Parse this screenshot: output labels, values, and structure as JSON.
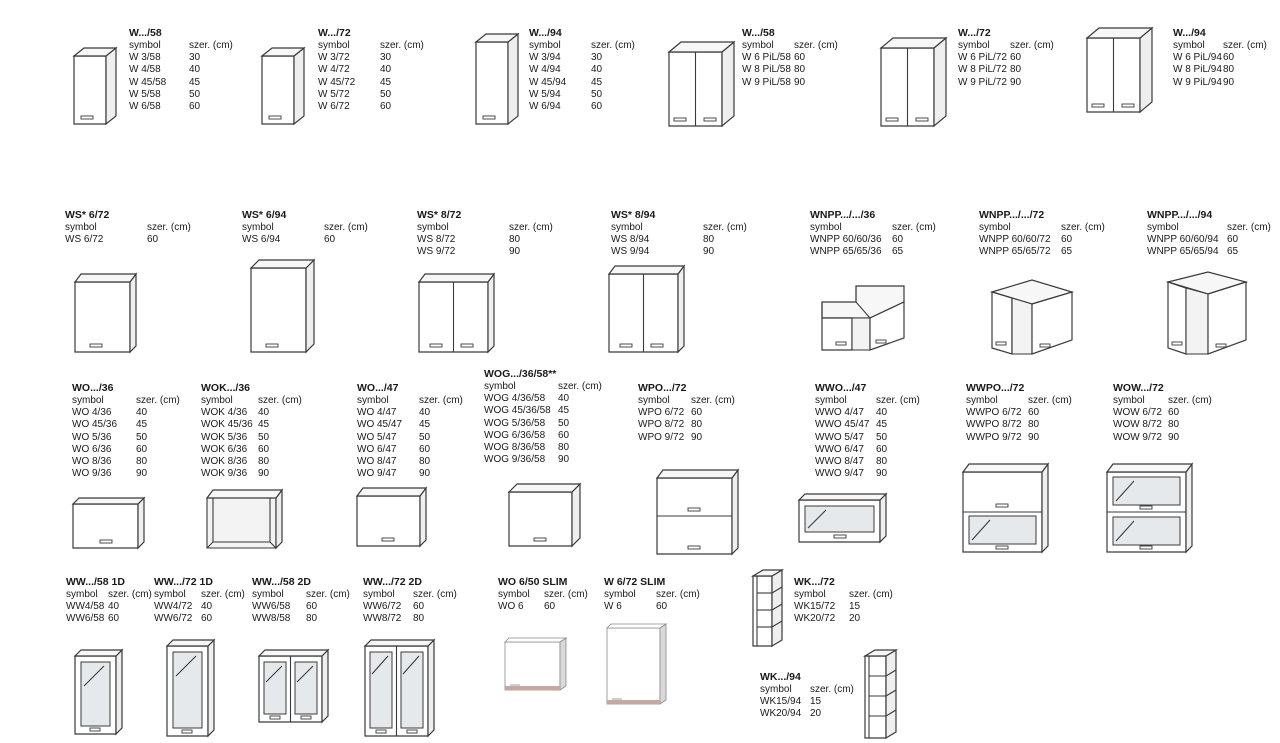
{
  "blocks": [
    {
      "title": "W.../58",
      "h1": "symbol",
      "h2": "szer. (cm)",
      "rows": [
        [
          "W 3/58",
          "30"
        ],
        [
          "W 4/58",
          "40"
        ],
        [
          "W 45/58",
          "45"
        ],
        [
          "W 5/58",
          "50"
        ],
        [
          "W 6/58",
          "60"
        ]
      ]
    },
    {
      "title": "W.../72",
      "h1": "symbol",
      "h2": "szer. (cm)",
      "rows": [
        [
          "W 3/72",
          "30"
        ],
        [
          "W 4/72",
          "40"
        ],
        [
          "W 45/72",
          "45"
        ],
        [
          "W 5/72",
          "50"
        ],
        [
          "W 6/72",
          "60"
        ]
      ]
    },
    {
      "title": "W.../94",
      "h1": "symbol",
      "h2": "szer. (cm)",
      "rows": [
        [
          "W 3/94",
          "30"
        ],
        [
          "W 4/94",
          "40"
        ],
        [
          "W 45/94",
          "45"
        ],
        [
          "W 5/94",
          "50"
        ],
        [
          "W 6/94",
          "60"
        ]
      ]
    },
    {
      "title": "W.../58",
      "h1": "symbol",
      "h2": "szer. (cm)",
      "rows": [
        [
          "W 6 PiL/58",
          "60"
        ],
        [
          "W 8 PiL/58",
          "80"
        ],
        [
          "W 9 PiL/58",
          "90"
        ]
      ]
    },
    {
      "title": "W.../72",
      "h1": "symbol",
      "h2": "szer. (cm)",
      "rows": [
        [
          "W 6 PiL/72",
          "60"
        ],
        [
          "W 8 PiL/72",
          "80"
        ],
        [
          "W 9 PiL/72",
          "90"
        ]
      ]
    },
    {
      "title": "W.../94",
      "h1": "symbol",
      "h2": "szer. (cm)",
      "rows": [
        [
          "W 6 PiL/94",
          "60"
        ],
        [
          "W 8 PiL/94",
          "80"
        ],
        [
          "W 9 PiL/94",
          "90"
        ]
      ]
    },
    {
      "title": "WS* 6/72",
      "h1": "symbol",
      "h2": "szer. (cm)",
      "rows": [
        [
          "WS 6/72",
          "60"
        ]
      ]
    },
    {
      "title": "WS* 6/94",
      "h1": "symbol",
      "h2": "szer. (cm)",
      "rows": [
        [
          "WS 6/94",
          "60"
        ]
      ]
    },
    {
      "title": "WS* 8/72",
      "h1": "symbol",
      "h2": "szer. (cm)",
      "rows": [
        [
          "WS 8/72",
          "80"
        ],
        [
          "WS 9/72",
          "90"
        ]
      ]
    },
    {
      "title": "WS* 8/94",
      "h1": "symbol",
      "h2": "szer. (cm)",
      "rows": [
        [
          "WS 8/94",
          "80"
        ],
        [
          "WS 9/94",
          "90"
        ]
      ]
    },
    {
      "title": "WNPP.../.../36",
      "h1": "symbol",
      "h2": "szer. (cm)",
      "rows": [
        [
          "WNPP 60/60/36",
          "60"
        ],
        [
          "WNPP 65/65/36",
          "65"
        ]
      ]
    },
    {
      "title": "WNPP.../.../72",
      "h1": "symbol",
      "h2": "szer. (cm)",
      "rows": [
        [
          "WNPP 60/60/72",
          "60"
        ],
        [
          "WNPP 65/65/72",
          "65"
        ]
      ]
    },
    {
      "title": "WNPP.../.../94",
      "h1": "symbol",
      "h2": "szer. (cm)",
      "rows": [
        [
          "WNPP 60/60/94",
          "60"
        ],
        [
          "WNPP 65/65/94",
          "65"
        ]
      ]
    },
    {
      "title": "WO.../36",
      "h1": "symbol",
      "h2": "szer. (cm)",
      "rows": [
        [
          "WO 4/36",
          "40"
        ],
        [
          "WO 45/36",
          "45"
        ],
        [
          "WO 5/36",
          "50"
        ],
        [
          "WO 6/36",
          "60"
        ],
        [
          "WO 8/36",
          "80"
        ],
        [
          "WO 9/36",
          "90"
        ]
      ]
    },
    {
      "title": "WOK.../36",
      "h1": "symbol",
      "h2": "szer. (cm)",
      "rows": [
        [
          "WOK 4/36",
          "40"
        ],
        [
          "WOK 45/36",
          "45"
        ],
        [
          "WOK 5/36",
          "50"
        ],
        [
          "WOK 6/36",
          "60"
        ],
        [
          "WOK 8/36",
          "80"
        ],
        [
          "WOK 9/36",
          "90"
        ]
      ]
    },
    {
      "title": "WO.../47",
      "h1": "symbol",
      "h2": "szer. (cm)",
      "rows": [
        [
          "WO 4/47",
          "40"
        ],
        [
          "WO 45/47",
          "45"
        ],
        [
          "WO 5/47",
          "50"
        ],
        [
          "WO 6/47",
          "60"
        ],
        [
          "WO 8/47",
          "80"
        ],
        [
          "WO 9/47",
          "90"
        ]
      ]
    },
    {
      "title": "WOG.../36/58**",
      "h1": "symbol",
      "h2": "szer. (cm)",
      "rows": [
        [
          "WOG 4/36/58",
          "40"
        ],
        [
          "WOG 45/36/58",
          "45"
        ],
        [
          "WOG 5/36/58",
          "50"
        ],
        [
          "WOG 6/36/58",
          "60"
        ],
        [
          "WOG 8/36/58",
          "80"
        ],
        [
          "WOG 9/36/58",
          "90"
        ]
      ]
    },
    {
      "title": "WPO.../72",
      "h1": "symbol",
      "h2": "szer. (cm)",
      "rows": [
        [
          "WPO 6/72",
          "60"
        ],
        [
          "WPO 8/72",
          "80"
        ],
        [
          "WPO 9/72",
          "90"
        ]
      ]
    },
    {
      "title": "WWO.../47",
      "h1": "symbol",
      "h2": "szer. (cm)",
      "rows": [
        [
          "WWO 4/47",
          "40"
        ],
        [
          "WWO 45/47",
          "45"
        ],
        [
          "WWO 5/47",
          "50"
        ],
        [
          "WWO 6/47",
          "60"
        ],
        [
          "WWO 8/47",
          "80"
        ],
        [
          "WWO 9/47",
          "90"
        ]
      ]
    },
    {
      "title": "WWPO.../72",
      "h1": "symbol",
      "h2": "szer. (cm)",
      "rows": [
        [
          "WWPO 6/72",
          "60"
        ],
        [
          "WWPO 8/72",
          "80"
        ],
        [
          "WWPO 9/72",
          "90"
        ]
      ]
    },
    {
      "title": "WOW.../72",
      "h1": "symbol",
      "h2": "szer. (cm)",
      "rows": [
        [
          "WOW 6/72",
          "60"
        ],
        [
          "WOW 8/72",
          "80"
        ],
        [
          "WOW 9/72",
          "90"
        ]
      ]
    },
    {
      "title": "WW.../58 1D",
      "h1": "symbol",
      "h2": "szer. (cm)",
      "rows": [
        [
          "WW4/58",
          "40"
        ],
        [
          "WW6/58",
          "60"
        ]
      ]
    },
    {
      "title": "WW.../72 1D",
      "h1": "symbol",
      "h2": "szer. (cm)",
      "rows": [
        [
          "WW4/72",
          "40"
        ],
        [
          "WW6/72",
          "60"
        ]
      ]
    },
    {
      "title": "WW.../58 2D",
      "h1": "symbol",
      "h2": "szer. (cm)",
      "rows": [
        [
          "WW6/58",
          "60"
        ],
        [
          "WW8/58",
          "80"
        ]
      ]
    },
    {
      "title": "WW.../72 2D",
      "h1": "symbol",
      "h2": "szer. (cm)",
      "rows": [
        [
          "WW6/72",
          "60"
        ],
        [
          "WW8/72",
          "80"
        ]
      ]
    },
    {
      "title": "WO 6/50 SLIM",
      "h1": "symbol",
      "h2": "szer. (cm)",
      "rows": [
        [
          "WO 6",
          "60"
        ]
      ]
    },
    {
      "title": "W 6/72 SLIM",
      "h1": "symbol",
      "h2": "szer. (cm)",
      "rows": [
        [
          "W 6",
          "60"
        ]
      ]
    },
    {
      "title": "WK.../72",
      "h1": "symbol",
      "h2": "szer. (cm)",
      "rows": [
        [
          "WK15/72",
          "15"
        ],
        [
          "WK20/72",
          "20"
        ]
      ]
    },
    {
      "title": "WK.../94",
      "h1": "symbol",
      "h2": "szer. (cm)",
      "rows": [
        [
          "WK15/94",
          "15"
        ],
        [
          "WK20/94",
          "20"
        ]
      ]
    }
  ]
}
